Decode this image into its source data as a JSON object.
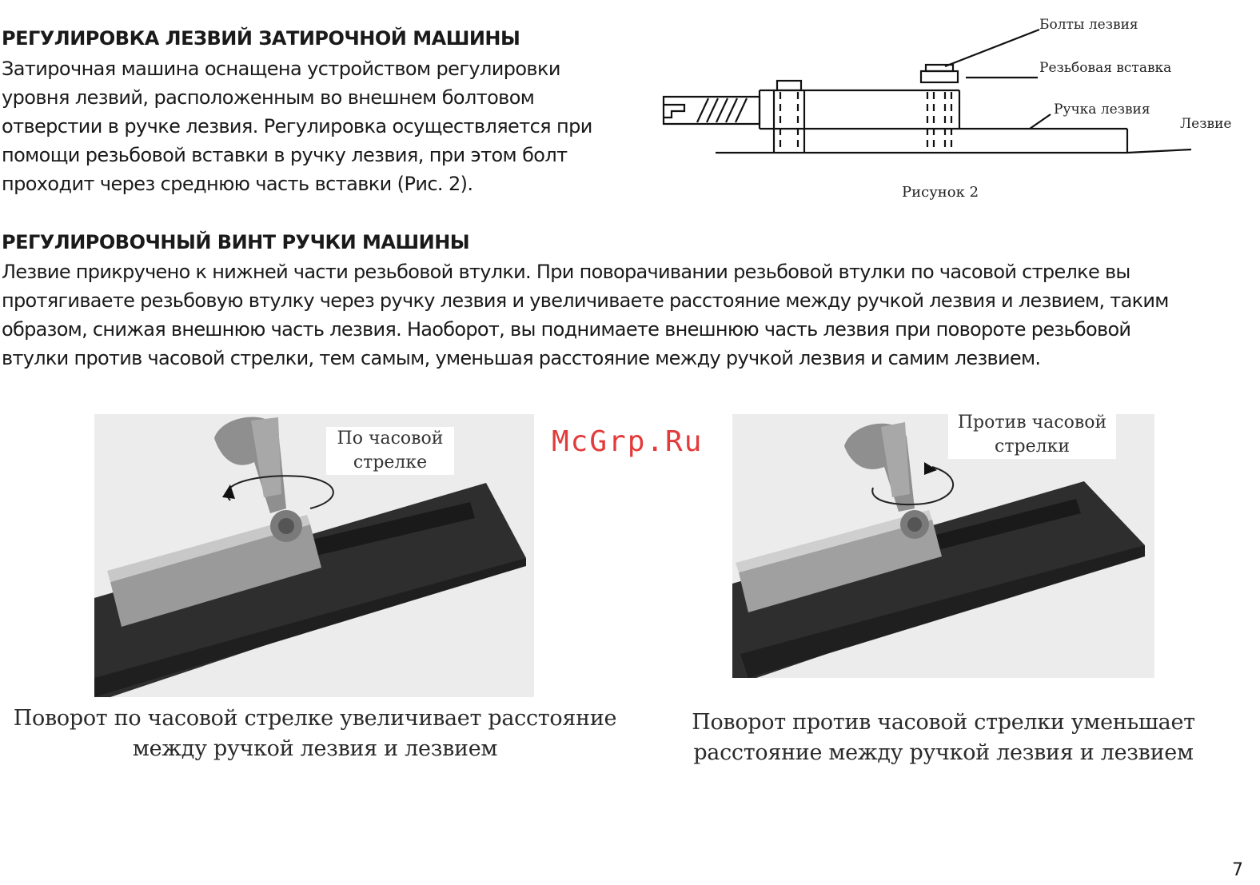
{
  "section1": {
    "heading": "РЕГУЛИРОВКА ЛЕЗВИЙ ЗАТИРОЧНОЙ МАШИНЫ",
    "lines": [
      "Затирочная машина оснащена устройством регулировки",
      "уровня лезвий, расположенным во внешнем болтовом",
      "отверстии в ручке лезвия. Регулировка осуществляется при",
      "помощи резьбовой вставки в ручку лезвия, при этом болт",
      "проходит через среднюю часть вставки (Рис. 2)."
    ]
  },
  "figure2": {
    "labels": {
      "blade_bolts": "Болты лезвия",
      "threaded_insert": "Резьбовая вставка",
      "blade_handle": "Ручка лезвия",
      "blade": "Лезвие"
    },
    "caption": "Рисунок 2"
  },
  "section2": {
    "heading": "РЕГУЛИРОВОЧНЫЙ ВИНТ РУЧКИ МАШИНЫ",
    "lines": [
      "Лезвие прикручено к нижней части резьбовой втулки. При поворачивании резьбовой втулки по часовой стрелке вы",
      "протягиваете резьбовую втулку через ручку лезвия и увеличиваете расстояние между ручкой лезвия и лезвием, таким",
      "образом, снижая внешнюю часть лезвия. Наоборот, вы поднимаете внешнюю часть лезвия при повороте резьбовой",
      "втулки против часовой стрелки, тем самым, уменьшая расстояние между ручкой лезвия и самим лезвием."
    ]
  },
  "photo_left": {
    "label_lines": [
      "По часовой",
      "стрелке"
    ],
    "caption_lines": [
      "Поворот по часовой стрелке увеличивает расстояние",
      "между ручкой лезвия и лезвием"
    ]
  },
  "photo_right": {
    "label_lines": [
      "Против часовой",
      "стрелки"
    ],
    "caption_lines": [
      "Поворот против часовой стрелки уменьшает",
      "расстояние между ручкой лезвия и лезвием"
    ]
  },
  "watermark": "McGrp.Ru",
  "page_number": "7",
  "colors": {
    "text": "#1a1a1a",
    "watermark": "#e33b3b",
    "photo_dark": "#2e2e2e"
  }
}
